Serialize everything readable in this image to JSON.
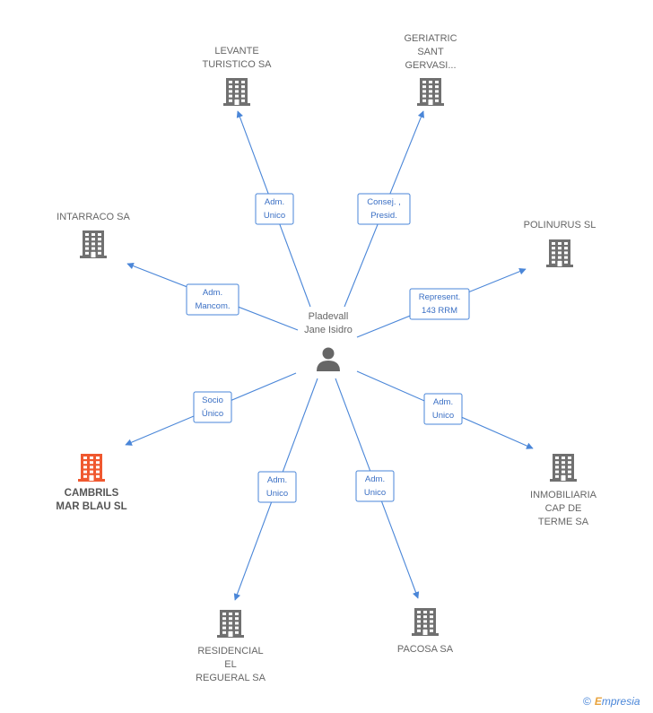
{
  "center": {
    "name_lines": [
      "Pladevall",
      "Jane Isidro"
    ]
  },
  "nodes": [
    {
      "id": "levante",
      "lines": [
        "LEVANTE",
        "TURISTICO SA"
      ],
      "highlight": false
    },
    {
      "id": "geriatric",
      "lines": [
        "GERIATRIC",
        "SANT",
        "GERVASI..."
      ],
      "highlight": false
    },
    {
      "id": "intarraco",
      "lines": [
        "INTARRACO SA"
      ],
      "highlight": false
    },
    {
      "id": "polinurus",
      "lines": [
        "POLINURUS SL"
      ],
      "highlight": false
    },
    {
      "id": "cambrils",
      "lines": [
        "CAMBRILS",
        "MAR BLAU SL"
      ],
      "highlight": true
    },
    {
      "id": "inmobiliaria",
      "lines": [
        "INMOBILIARIA",
        "CAP DE",
        "TERME SA"
      ],
      "highlight": false
    },
    {
      "id": "residencial",
      "lines": [
        "RESIDENCIAL",
        "EL",
        "REGUERAL SA"
      ],
      "highlight": false
    },
    {
      "id": "pacosa",
      "lines": [
        "PACOSA SA"
      ],
      "highlight": false
    }
  ],
  "edges": [
    {
      "to": "levante",
      "label_lines": [
        "Adm.",
        "Unico"
      ]
    },
    {
      "to": "geriatric",
      "label_lines": [
        "Consej. ,",
        "Presid."
      ]
    },
    {
      "to": "intarraco",
      "label_lines": [
        "Adm.",
        "Mancom."
      ]
    },
    {
      "to": "polinurus",
      "label_lines": [
        "Represent.",
        "143 RRM"
      ]
    },
    {
      "to": "cambrils",
      "label_lines": [
        "Socio",
        "Único"
      ]
    },
    {
      "to": "inmobiliaria",
      "label_lines": [
        "Adm.",
        "Unico"
      ]
    },
    {
      "to": "residencial",
      "label_lines": [
        "Adm.",
        "Unico"
      ]
    },
    {
      "to": "pacosa",
      "label_lines": [
        "Adm.",
        "Unico"
      ]
    }
  ],
  "colors": {
    "edge": "#4a86d8",
    "building": "#707070",
    "building_highlight": "#f0582f",
    "person": "#666666"
  },
  "icons": {
    "company": "building-icon",
    "person": "person-icon"
  },
  "footer": {
    "copyright": "©",
    "brand_e": "E",
    "brand_rest": "mpresia"
  }
}
